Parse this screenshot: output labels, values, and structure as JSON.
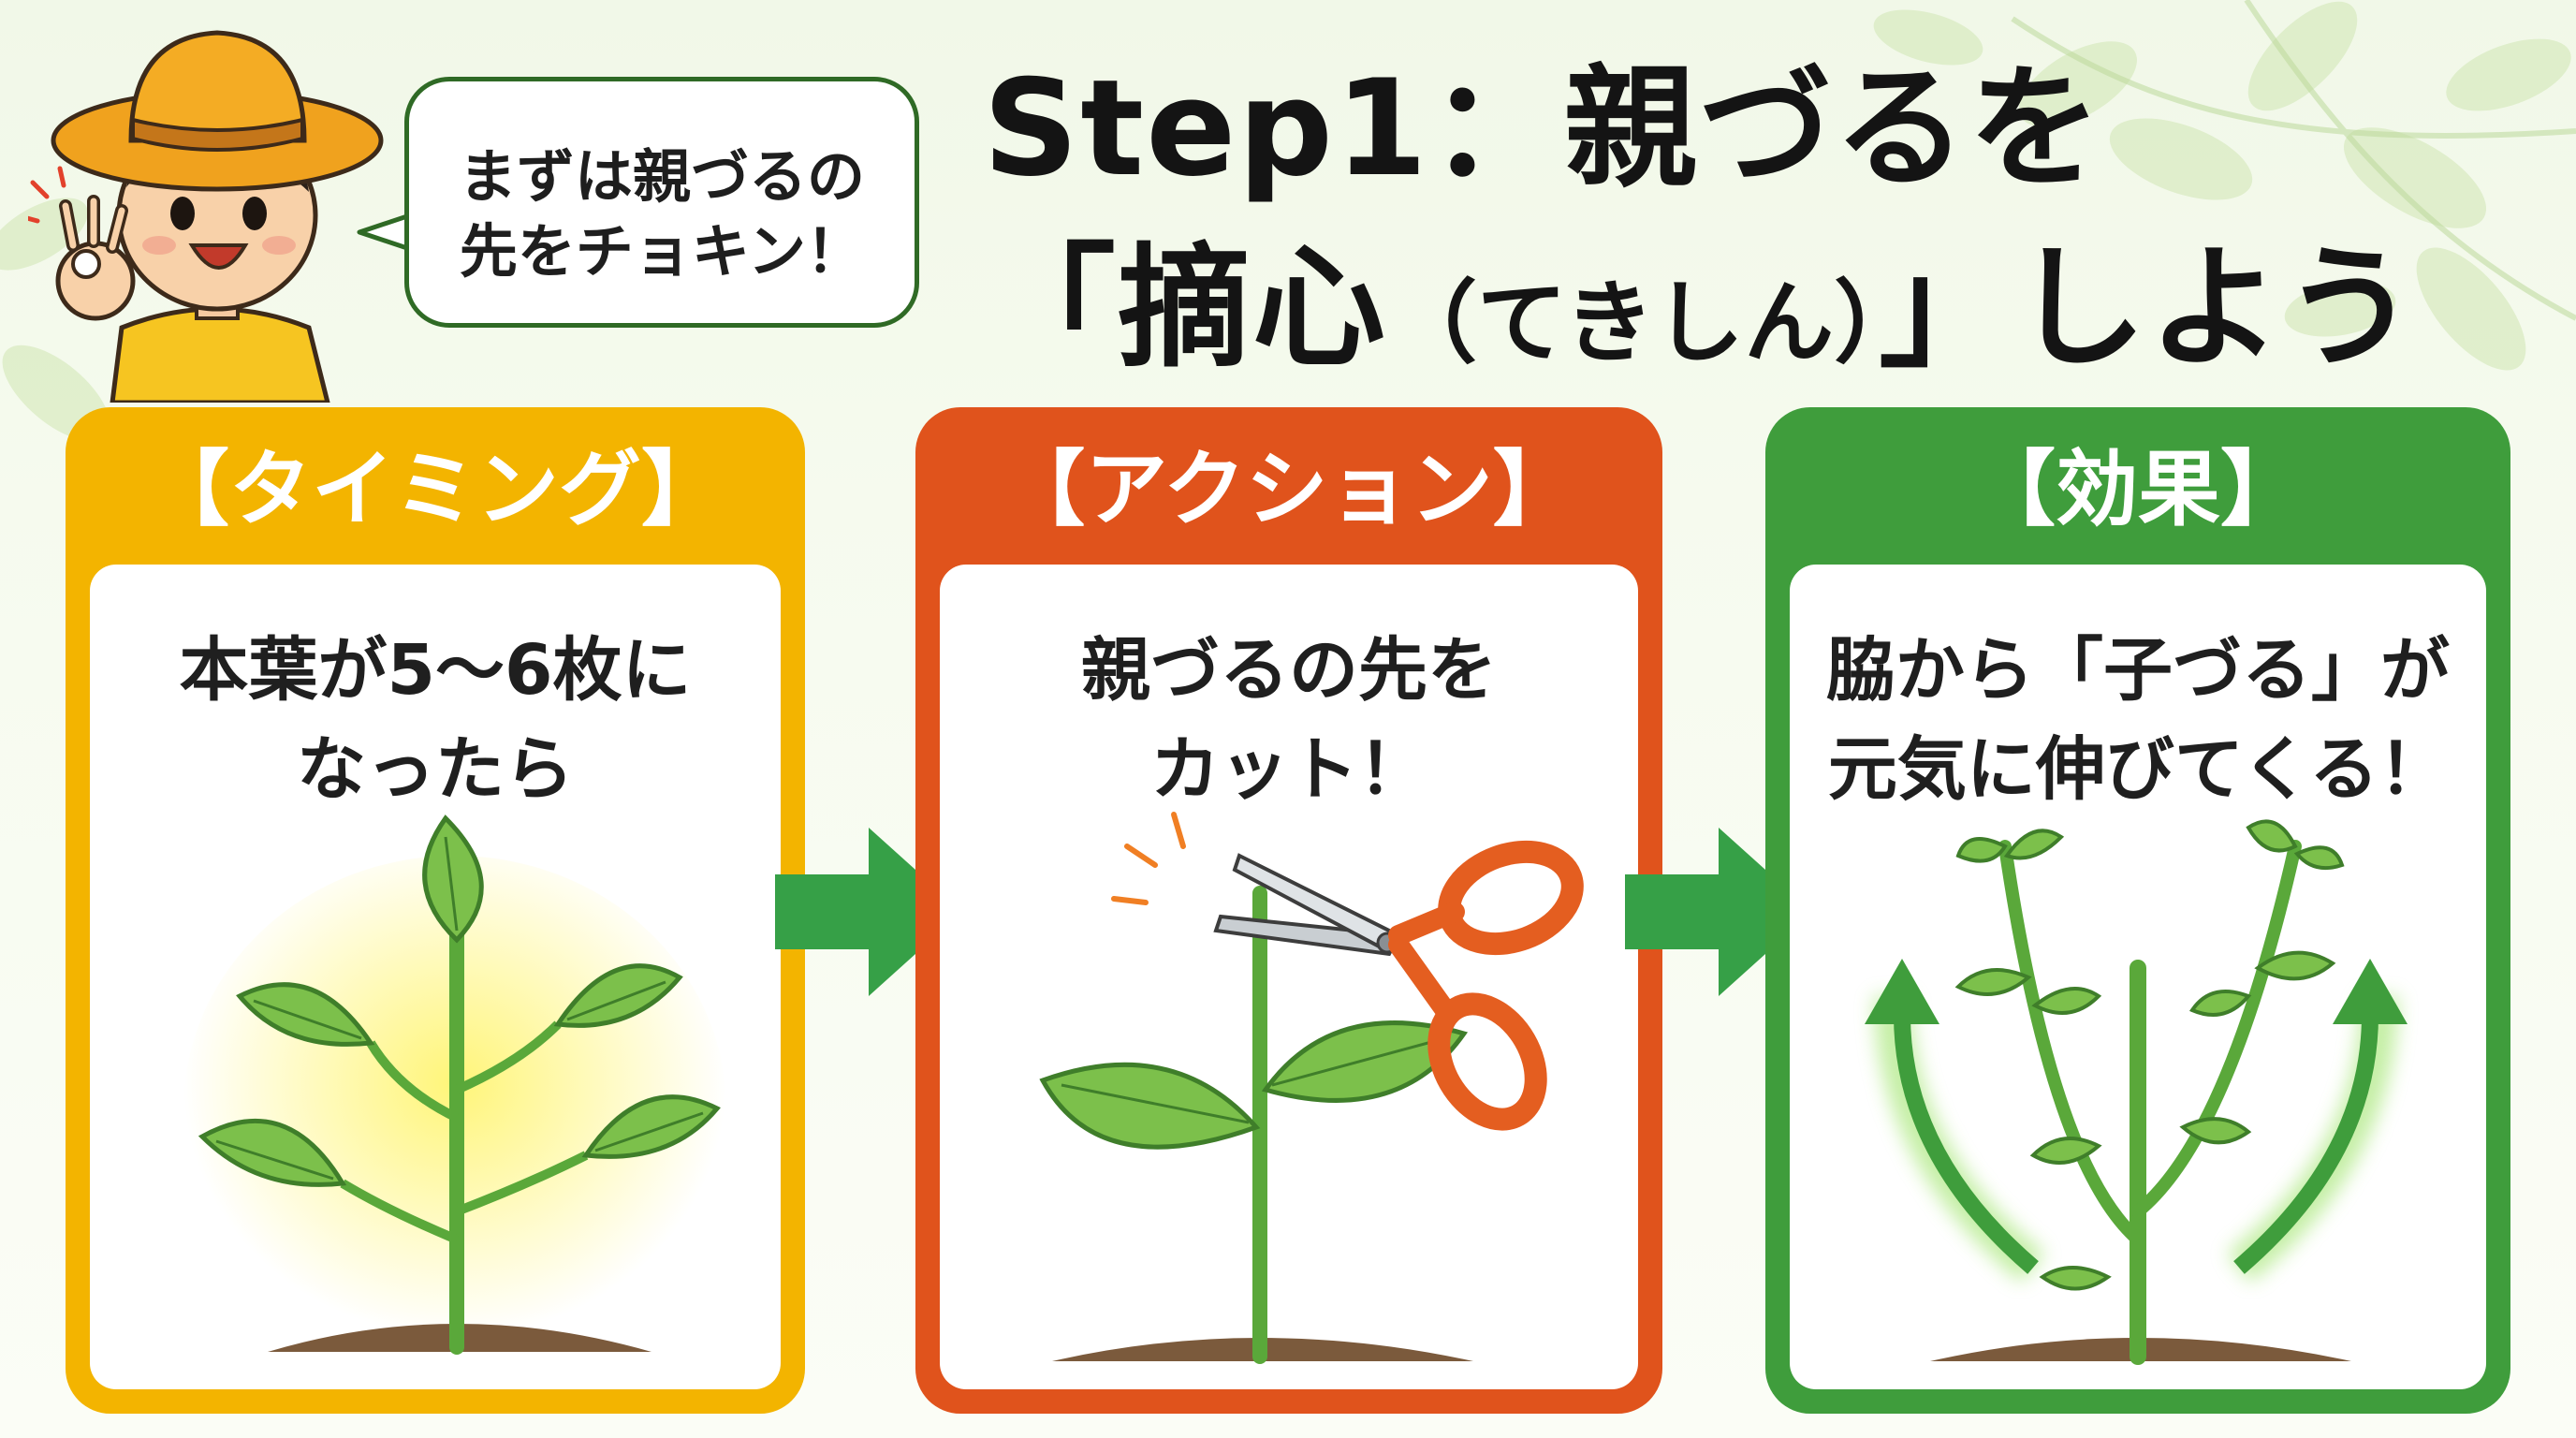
{
  "speech_bubble": {
    "line1": "まずは親づるの",
    "line2": "先をチョキン！"
  },
  "title": {
    "line1": "Step1：親づるを",
    "line2_open": "「",
    "line2_main": "摘心",
    "line2_reading": "（てきしん）",
    "line2_close": "」しよう"
  },
  "steps": [
    {
      "header": "【タイミング】",
      "line1": "本葉が5〜6枚に",
      "line2": "なったら",
      "color": "#f3b400",
      "icon": "young-plant-icon"
    },
    {
      "header": "【アクション】",
      "line1": "親づるの先を",
      "line2": "カット！",
      "color": "#e0531c",
      "icon": "scissors-icon"
    },
    {
      "header": "【効果】",
      "line1": "脇から「子づる」が",
      "line2": "元気に伸びてくる！",
      "color": "#3f9d3c",
      "icon": "branching-plant-icon"
    }
  ],
  "colors": {
    "arrow": "#36a047",
    "bubble_border": "#2f6a25",
    "leaf": "#7cc04b",
    "stem": "#5aa83a",
    "soil": "#7b5a3c"
  }
}
